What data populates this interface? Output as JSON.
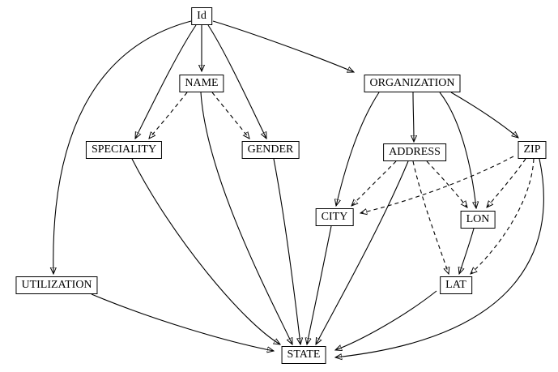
{
  "diagram": {
    "type": "directed-graph",
    "background": "#ffffff",
    "node_border_color": "#000000",
    "edge_color": "#000000",
    "nodes": [
      {
        "id": "Id",
        "label": "Id"
      },
      {
        "id": "NAME",
        "label": "NAME"
      },
      {
        "id": "ORGANIZATION",
        "label": "ORGANIZATION"
      },
      {
        "id": "SPECIALITY",
        "label": "SPECIALITY"
      },
      {
        "id": "GENDER",
        "label": "GENDER"
      },
      {
        "id": "ADDRESS",
        "label": "ADDRESS"
      },
      {
        "id": "ZIP",
        "label": "ZIP"
      },
      {
        "id": "CITY",
        "label": "CITY"
      },
      {
        "id": "LON",
        "label": "LON"
      },
      {
        "id": "LAT",
        "label": "LAT"
      },
      {
        "id": "UTILIZATION",
        "label": "UTILIZATION"
      },
      {
        "id": "STATE",
        "label": "STATE"
      }
    ],
    "edges": [
      {
        "from": "Id",
        "to": "NAME",
        "style": "solid"
      },
      {
        "from": "Id",
        "to": "ORGANIZATION",
        "style": "solid"
      },
      {
        "from": "Id",
        "to": "SPECIALITY",
        "style": "solid"
      },
      {
        "from": "Id",
        "to": "GENDER",
        "style": "solid"
      },
      {
        "from": "Id",
        "to": "UTILIZATION",
        "style": "solid"
      },
      {
        "from": "NAME",
        "to": "SPECIALITY",
        "style": "dashed"
      },
      {
        "from": "NAME",
        "to": "GENDER",
        "style": "dashed"
      },
      {
        "from": "NAME",
        "to": "STATE",
        "style": "solid"
      },
      {
        "from": "ORGANIZATION",
        "to": "ADDRESS",
        "style": "solid"
      },
      {
        "from": "ORGANIZATION",
        "to": "ZIP",
        "style": "solid"
      },
      {
        "from": "ORGANIZATION",
        "to": "CITY",
        "style": "solid"
      },
      {
        "from": "ORGANIZATION",
        "to": "LON",
        "style": "solid"
      },
      {
        "from": "ADDRESS",
        "to": "CITY",
        "style": "dashed"
      },
      {
        "from": "ADDRESS",
        "to": "LON",
        "style": "dashed"
      },
      {
        "from": "ADDRESS",
        "to": "LAT",
        "style": "dashed"
      },
      {
        "from": "ADDRESS",
        "to": "STATE",
        "style": "solid"
      },
      {
        "from": "ZIP",
        "to": "CITY",
        "style": "dashed"
      },
      {
        "from": "ZIP",
        "to": "LON",
        "style": "dashed"
      },
      {
        "from": "ZIP",
        "to": "LAT",
        "style": "dashed"
      },
      {
        "from": "ZIP",
        "to": "STATE",
        "style": "solid"
      },
      {
        "from": "CITY",
        "to": "STATE",
        "style": "solid"
      },
      {
        "from": "LON",
        "to": "LAT",
        "style": "solid"
      },
      {
        "from": "LAT",
        "to": "STATE",
        "style": "solid"
      },
      {
        "from": "SPECIALITY",
        "to": "STATE",
        "style": "solid"
      },
      {
        "from": "GENDER",
        "to": "STATE",
        "style": "solid"
      },
      {
        "from": "UTILIZATION",
        "to": "STATE",
        "style": "solid"
      }
    ]
  }
}
